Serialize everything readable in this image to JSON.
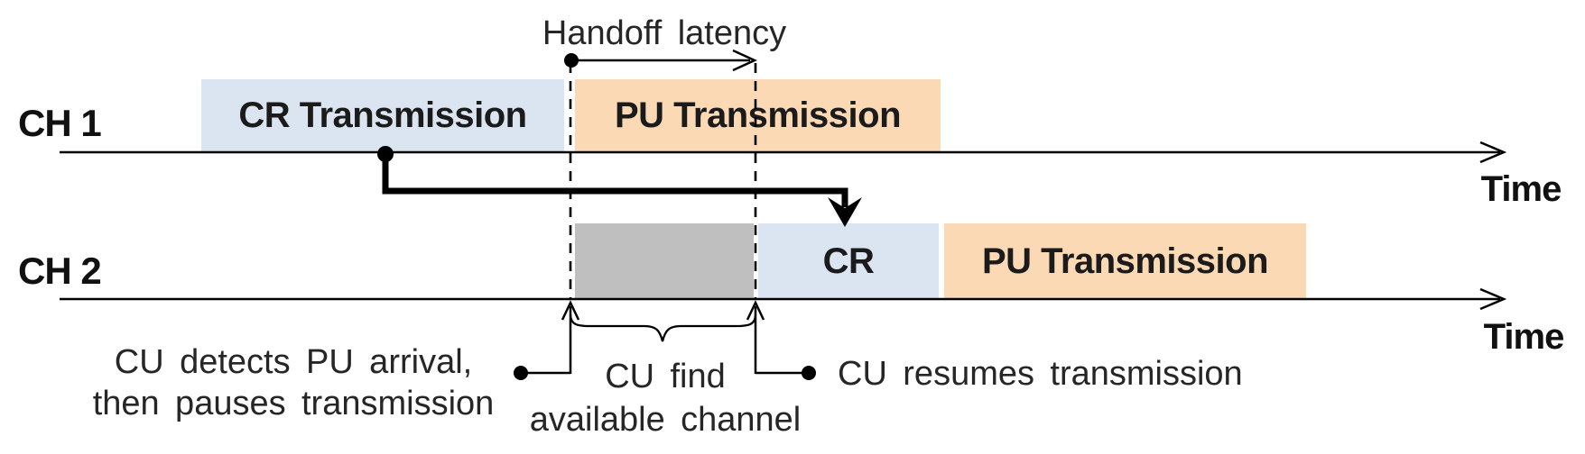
{
  "colors": {
    "cr_fill": "#dbe5f1",
    "pu_fill": "#fcd9b5",
    "searching_fill": "#bfbfbf",
    "line": "#000000"
  },
  "annotations": {
    "handoff_latency": "Handoff latency",
    "detect_line1": "CU detects PU arrival,",
    "detect_line2": "then pauses transmission",
    "find_line1": "CU find",
    "find_line2": "available channel",
    "resume": "CU resumes transmission"
  },
  "channels": [
    {
      "label": "CH 1",
      "time_label": "Time",
      "segments": [
        {
          "label": "CR Transmission",
          "type": "cr"
        },
        {
          "label": "PU Transmission",
          "type": "pu"
        }
      ]
    },
    {
      "label": "CH 2",
      "time_label": "Time",
      "segments": [
        {
          "label": "",
          "type": "searching"
        },
        {
          "label": "CR",
          "type": "cr"
        },
        {
          "label": "PU Transmission",
          "type": "pu"
        }
      ]
    }
  ]
}
